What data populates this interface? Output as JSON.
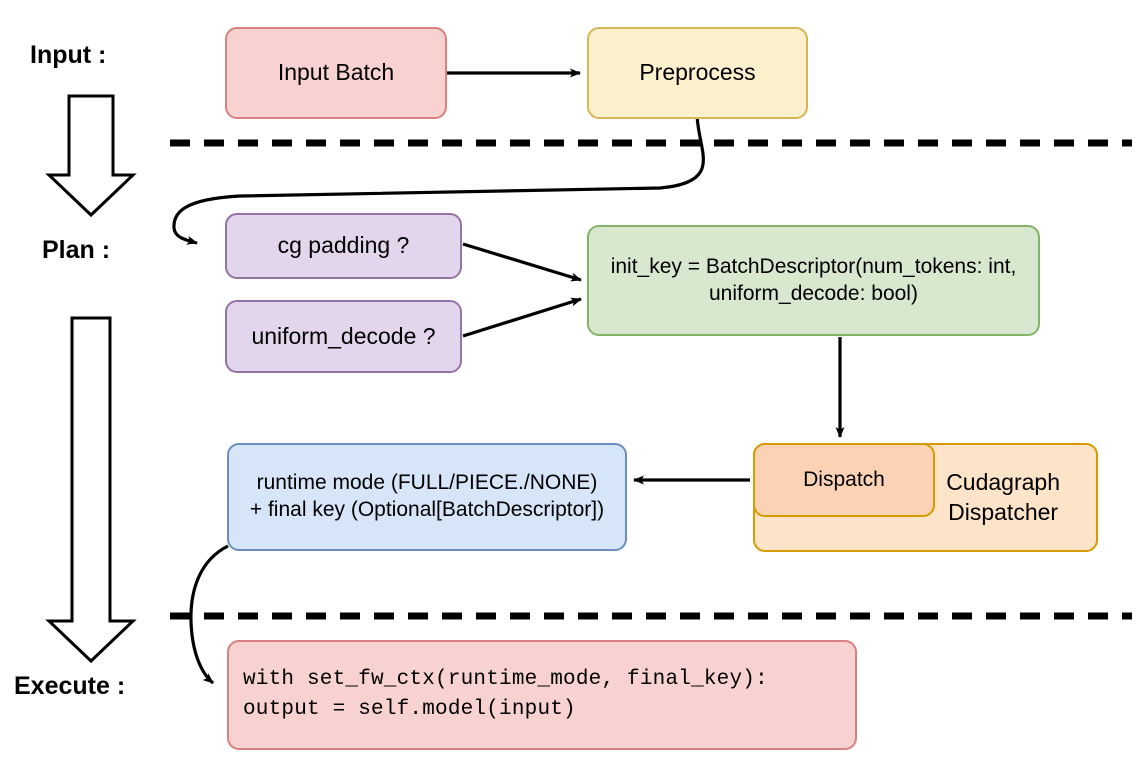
{
  "diagram": {
    "title": "Cudagraph dispatch pipeline",
    "stage_labels": [
      {
        "id": "input",
        "text": "Input :"
      },
      {
        "id": "plan",
        "text": "Plan :"
      },
      {
        "id": "execute",
        "text": "Execute :"
      }
    ],
    "nodes": {
      "input_batch": {
        "label": "Input Batch",
        "color": "#f8d2d0",
        "border": "#d98080"
      },
      "preprocess": {
        "label": "Preprocess",
        "color": "#fdf0cd",
        "border": "#d6b656"
      },
      "cg_padding": {
        "label": "cg padding ?",
        "color": "#e3d5ec",
        "border": "#9673a6"
      },
      "uniform_decode": {
        "label": "uniform_decode ?",
        "color": "#e3d5ec",
        "border": "#9673a6"
      },
      "init_key": {
        "label": "init_key = BatchDescriptor(num_tokens: int,\nuniform_decode: bool)",
        "color": "#d7e8cf",
        "border": "#82b366"
      },
      "cudagraph_dispatcher": {
        "label": "Cudagraph\nDispatcher",
        "color": "#fde3c7",
        "border": "#d79b00"
      },
      "dispatch": {
        "label": "Dispatch",
        "color": "#fbd3b4",
        "border": "#d79b00"
      },
      "runtime_mode": {
        "label": "runtime mode (FULL/PIECE./NONE)\n+ final key (Optional[BatchDescriptor])",
        "color": "#d6e5f8",
        "border": "#6c8ebf"
      },
      "code_block": {
        "label": "with set_fw_ctx(runtime_mode, final_key):\n    output = self.model(input)",
        "color": "#f8d2d0",
        "border": "#d98080"
      }
    },
    "separators": [
      {
        "id": "input-plan-divider",
        "style": "dashed"
      },
      {
        "id": "plan-execute-divider",
        "style": "dashed"
      }
    ],
    "flow_arrows": [
      {
        "from": "input_batch",
        "to": "preprocess"
      },
      {
        "from": "preprocess",
        "to": "cg_padding"
      },
      {
        "from": "cg_padding",
        "to": "init_key"
      },
      {
        "from": "uniform_decode",
        "to": "init_key"
      },
      {
        "from": "init_key",
        "to": "dispatch"
      },
      {
        "from": "cudagraph_dispatcher",
        "to": "runtime_mode"
      },
      {
        "from": "runtime_mode",
        "to": "code_block"
      }
    ],
    "stage_arrow_icons": [
      {
        "id": "input-to-plan-block-arrow"
      },
      {
        "id": "plan-to-execute-block-arrow"
      }
    ]
  }
}
